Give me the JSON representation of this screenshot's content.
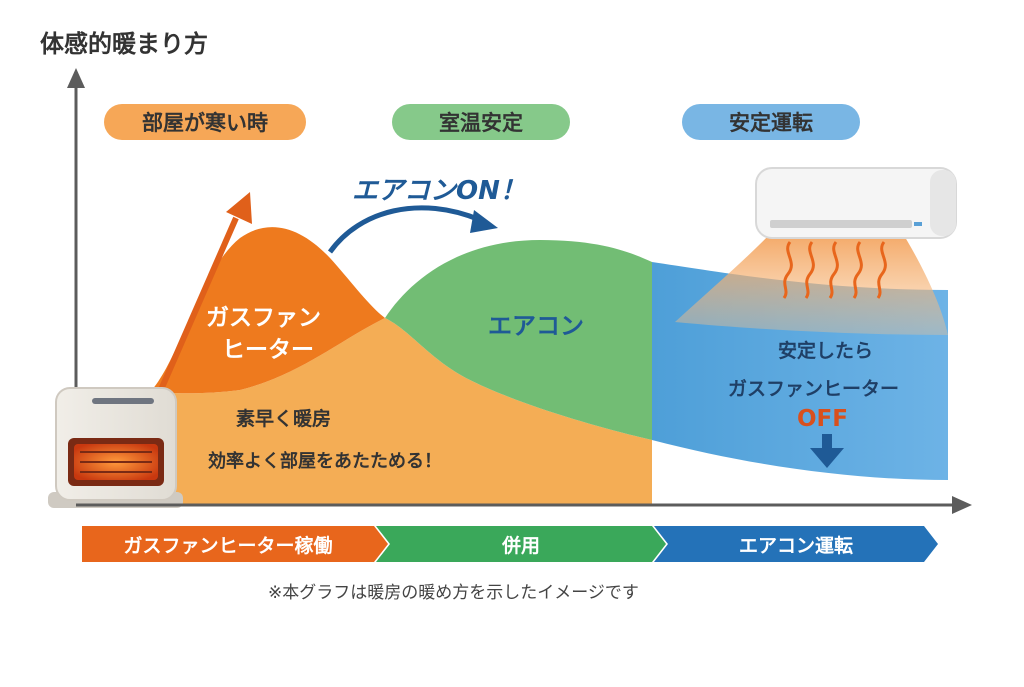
{
  "title": "体感的暖まり方",
  "stages": {
    "cold": "部屋が寒い時",
    "stable": "室温安定",
    "steady": "安定運転"
  },
  "labels": {
    "aircon_on": "エアコンON！",
    "heater": "ガスファン\nヒーター",
    "heater_line1": "ガスファン",
    "heater_line2": "ヒーター",
    "aircon": "エアコン",
    "fast_heat": "素早く暖房",
    "efficient": "効率よく部屋をあたためる！",
    "stable_then": "安定したら",
    "heater_off_name": "ガスファンヒーター",
    "off": "OFF"
  },
  "phases": [
    {
      "label": "ガスファンヒーター稼働",
      "color": "#e8661c"
    },
    {
      "label": "併用",
      "color": "#3aa85a"
    },
    {
      "label": "エアコン運転",
      "color": "#2472b8"
    }
  ],
  "footnote": "※本グラフは暖房の暖め方を示したイメージです",
  "colors": {
    "heater_orange": "#ee7a1e",
    "soft_orange": "#f4ad55",
    "aircon_green": "#72bd74",
    "steady_blue": "#55a3d9",
    "pill_orange": "#f6a757",
    "pill_green": "#86c98a",
    "pill_blue": "#79b6e4",
    "navy": "#1f5a96",
    "off_red": "#d9501d"
  },
  "icons": {
    "heater": "gas-fan-heater-icon",
    "aircon": "air-conditioner-icon"
  }
}
